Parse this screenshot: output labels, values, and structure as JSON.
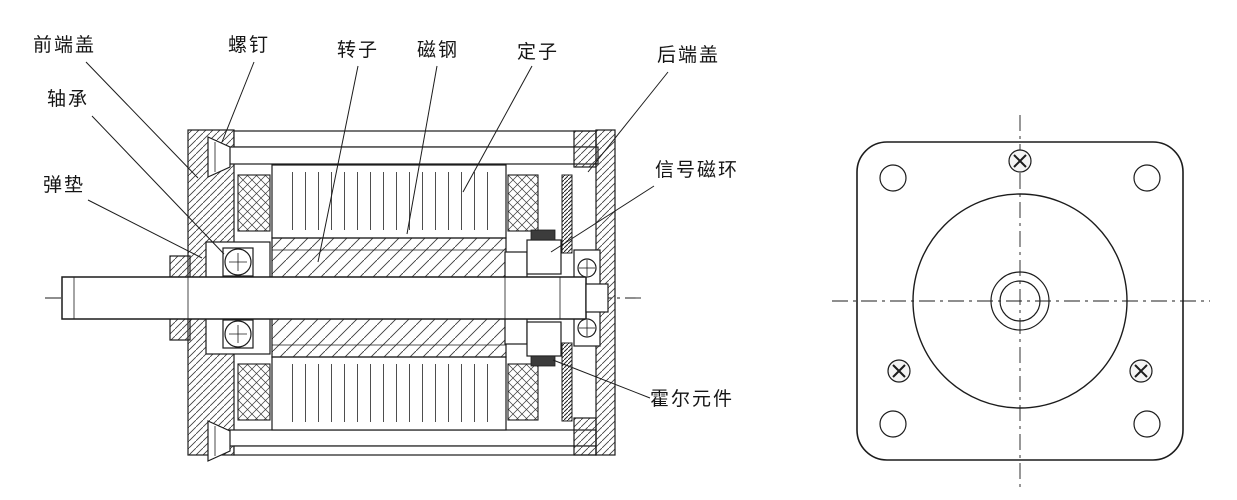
{
  "diagram": {
    "labels": {
      "front_end_cover": "前端盖",
      "screw": "螺钉",
      "rotor": "转子",
      "magnet_steel": "磁钢",
      "stator": "定子",
      "rear_end_cover": "后端盖",
      "bearing": "轴承",
      "spring_washer": "弹垫",
      "signal_magnetic_ring": "信号磁环",
      "hall_element": "霍尔元件"
    },
    "colors": {
      "line": "#1c1c1c",
      "background": "#ffffff"
    }
  }
}
